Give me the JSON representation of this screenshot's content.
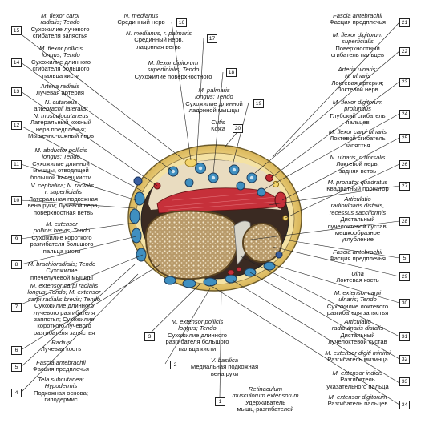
{
  "labels": {
    "l1": {
      "num": "1",
      "la": [
        "Retinaculum",
        "musculorum extensorum"
      ],
      "ru": [
        "Удерживатель",
        "мышц-разгибателей"
      ]
    },
    "l2": {
      "num": "2",
      "la": [
        "V. basilica"
      ],
      "ru": [
        "Медиальная подкожная",
        "вена руки"
      ]
    },
    "l3": {
      "num": "3",
      "la": [
        "M. extensor pollicis",
        "longus; Tendo"
      ],
      "ru": [
        "Сухожилие длинного",
        "разгибателя большого",
        "пальца кисти"
      ]
    },
    "l4": {
      "num": "4",
      "la": [
        "Tela subcutanea;",
        "Hypodermis"
      ],
      "ru": [
        "Подкожная основа;",
        "гиподермис"
      ]
    },
    "l5": {
      "num": "5",
      "la": [
        "Fascia antebrachii"
      ],
      "ru": [
        "Фасция предплечья"
      ]
    },
    "l6": {
      "num": "6",
      "la": [
        "Radius"
      ],
      "ru": [
        "Лучевая кость"
      ]
    },
    "l7": {
      "num": "7",
      "la": [
        "M. extensor carpi radialis",
        "longus; Tendo; M. extensor",
        "carpi radialis brevis; Tendo"
      ],
      "ru": [
        "Сухожилие длинного",
        "лучевого разгибателя",
        "запястья; Сухожилие",
        "короткого лучевого",
        "разгибателя запястья"
      ]
    },
    "l8": {
      "num": "8",
      "la": [
        "M. brachioradialis; Tendo"
      ],
      "ru": [
        "Сухожилие",
        "плечелучевой мышцы"
      ]
    },
    "l9": {
      "num": "9",
      "la": [
        "M. extensor",
        "pollicis brevis; Tendo"
      ],
      "ru": [
        "Сухожилие короткого",
        "разгибателя большого",
        "пальца кисти"
      ]
    },
    "l10": {
      "num": "10",
      "la": [
        "V. cephalica; N. radialis,",
        "r. superficialis"
      ],
      "ru": [
        "Латеральная подкожная",
        "вена руки; Лучевой нерв,",
        "поверхностная ветвь"
      ]
    },
    "l11": {
      "num": "11",
      "la": [
        "M. abductor pollicis",
        "longus; Tendo"
      ],
      "ru": [
        "Сухожилие длинной",
        "мышцы, отводящей",
        "большой палец кисти"
      ]
    },
    "l12": {
      "num": "12",
      "la": [
        "N. cutaneus",
        "antebrachii lateralis;",
        "N. musculocutaneus"
      ],
      "ru": [
        "Латеральный кожный",
        "нерв предплечья;",
        "Мышечно-кожный нерв"
      ]
    },
    "l13": {
      "num": "13",
      "la": [
        "Arteria radialis"
      ],
      "ru": [
        "Лучевая артерия"
      ]
    },
    "l14": {
      "num": "14",
      "la": [
        "M. flexor pollicis",
        "longus; Tendo"
      ],
      "ru": [
        "Сухожилие длинного",
        "сгибателя большого",
        "пальца кисти"
      ]
    },
    "l15": {
      "num": "15",
      "la": [
        "M. flexor carpi",
        "radialis; Tendo"
      ],
      "ru": [
        "Сухожилие лучевого",
        "сгибателя запястья"
      ]
    },
    "l16": {
      "num": "16",
      "la": [
        "N. medianus"
      ],
      "ru": [
        "Срединный нерв"
      ]
    },
    "l17": {
      "num": "17",
      "la": [
        "N. medianus, r. palmaris"
      ],
      "ru": [
        "Срединный нерв,",
        "ладонная ветвь"
      ]
    },
    "l18": {
      "num": "18",
      "la": [
        "M. flexor digitorum",
        "superficialis; Tendo"
      ],
      "ru": [
        "Сухожилие поверхностного",
        "сгибателя пальцев"
      ]
    },
    "l19": {
      "num": "19",
      "la": [
        "M. palmaris",
        "longus; Tendo"
      ],
      "ru": [
        "Сухожилие длинной",
        "ладонной мышцы"
      ]
    },
    "l20": {
      "num": "20",
      "la": [
        "Cutis"
      ],
      "ru": [
        "Кожа"
      ]
    },
    "l21": {
      "num": "21",
      "la": [
        "Fascia antebrachii"
      ],
      "ru": [
        "Фасция предплечья"
      ]
    },
    "l22": {
      "num": "22",
      "la": [
        "M. flexor digitorum",
        "superficialis"
      ],
      "ru": [
        "Поверхностный",
        "сгибатель пальцев"
      ]
    },
    "l23": {
      "num": "23",
      "la": [
        "Arteria ulnaris;",
        "N. ulnaris"
      ],
      "ru": [
        "Локтевая артерия;",
        "Локтевой нерв"
      ]
    },
    "l24": {
      "num": "24",
      "la": [
        "M. flexor digitorum",
        "profundus"
      ],
      "ru": [
        "Глубокий сгибатель",
        "пальцев"
      ]
    },
    "l25": {
      "num": "25",
      "la": [
        "M. flexor carpi ulnaris"
      ],
      "ru": [
        "Локтевой сгибатель",
        "запястья"
      ]
    },
    "l26": {
      "num": "26",
      "la": [
        "N. ulnaris, r. dorsalis"
      ],
      "ru": [
        "Локтевой нерв,",
        "задняя ветвь"
      ]
    },
    "l27": {
      "num": "27",
      "la": [
        "M. pronator quadratus"
      ],
      "ru": [
        "Квадратный пронатор"
      ]
    },
    "l28": {
      "num": "28",
      "la": [
        "Articulatio",
        "radioulnaris distalis,",
        "recessus sacciformis"
      ],
      "ru": [
        "Дистальный",
        "лучелоктевой сустав,",
        "мешкообразное",
        "углубление"
      ]
    },
    "l29": {
      "num": "5",
      "la": [
        "Fascia antebrachii"
      ],
      "ru": [
        "Фасция предплечья"
      ]
    },
    "l30": {
      "num": "29",
      "la": [
        "Ulna"
      ],
      "ru": [
        "Локтевая кость"
      ]
    },
    "l31": {
      "num": "30",
      "la": [
        "M. extensor carpi",
        "ulnaris; Tendo"
      ],
      "ru": [
        "Сухожилие локтевого",
        "разгибателя запястья"
      ]
    },
    "l32": {
      "num": "31",
      "la": [
        "Articulatio",
        "radioulnaris distalis"
      ],
      "ru": [
        "Дистальный",
        "лучелоктевой сустав"
      ]
    },
    "l33": {
      "num": "32",
      "la": [
        "M. extensor digiti minimi"
      ],
      "ru": [
        "Разгибатель мизинца"
      ]
    },
    "l34": {
      "num": "33",
      "la": [
        "M. extensor indicis"
      ],
      "ru": [
        "Разгибатель",
        "указательного пальца"
      ]
    },
    "l35": {
      "num": "34",
      "la": [
        "M. extensor digitorum"
      ],
      "ru": [
        "Разгибатель пальцев"
      ]
    }
  }
}
